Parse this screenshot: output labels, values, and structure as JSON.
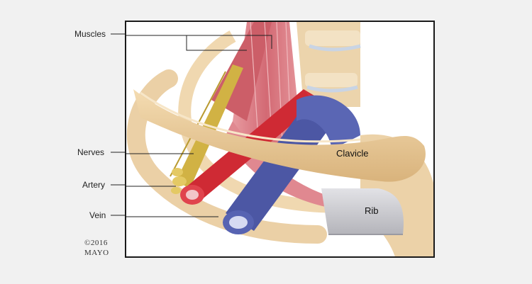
{
  "labels": {
    "muscles": "Muscles",
    "nerves": "Nerves",
    "artery": "Artery",
    "vein": "Vein"
  },
  "structures": {
    "clavicle": "Clavicle",
    "rib": "Rib"
  },
  "copyright": {
    "line1": "©2016",
    "line2": "MAYO"
  },
  "colors": {
    "background": "#f1f1f1",
    "bone": "#e8c898",
    "muscle": "#d9848a",
    "artery": "#d8323c",
    "vein": "#4e5aa8",
    "nerve": "#d4b64a",
    "rib_cartilage": "#c8c8cc"
  }
}
